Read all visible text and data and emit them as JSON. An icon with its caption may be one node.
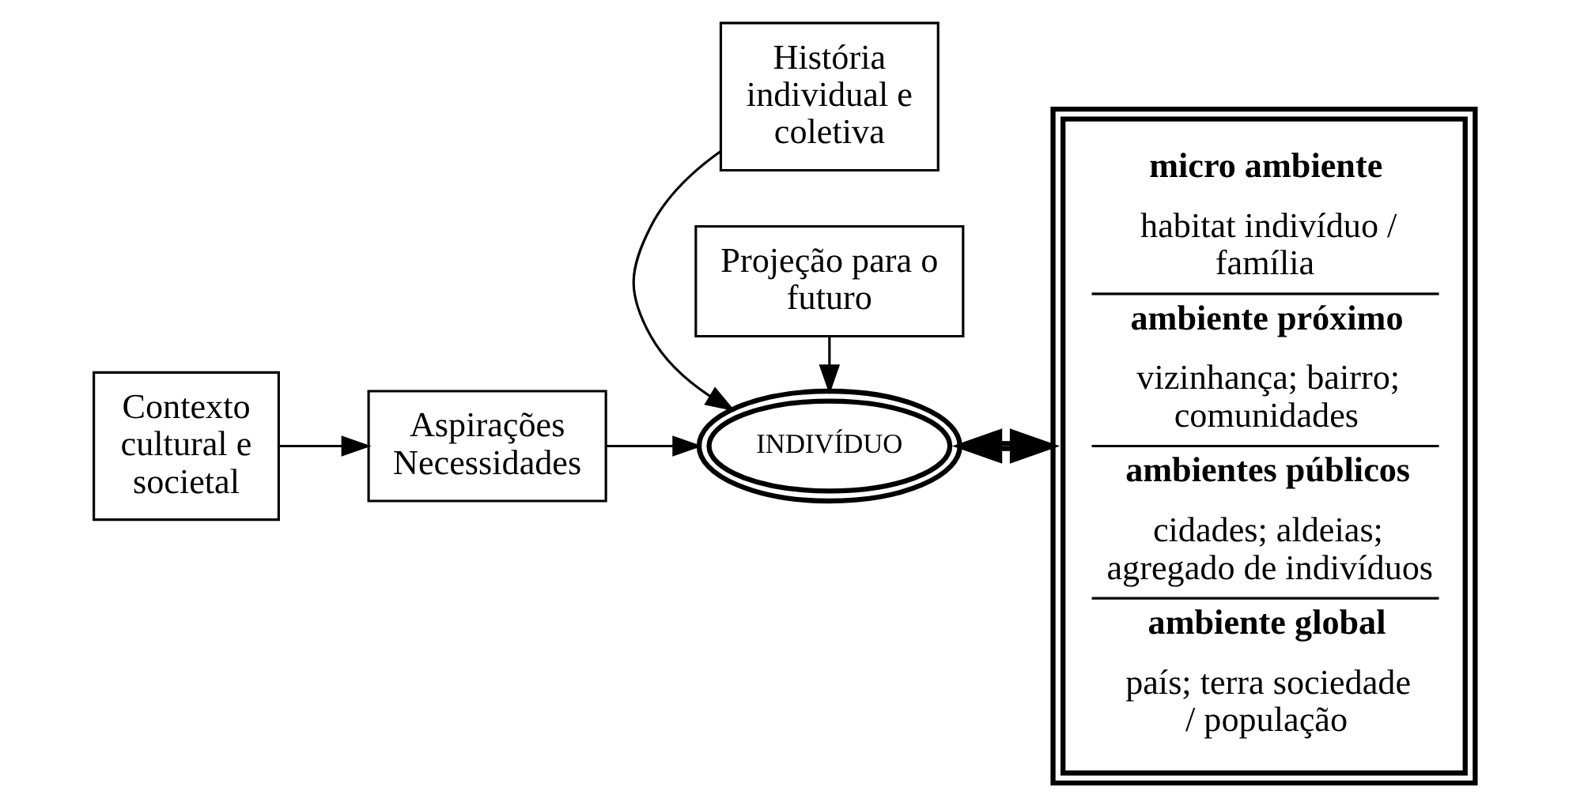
{
  "diagram": {
    "nodes": [
      {
        "text": [
          "Contexto cultural e societal"
        ]
      },
      {
        "text": [
          "Aspirações Necessidades"
        ]
      },
      {
        "text": [
          "História individual e coletiva"
        ]
      },
      {
        "text": [
          "INDIVÍDUO"
        ]
      },
      {
        "text": [
          "Projeção para o futuro"
        ]
      },
      {
        "text": [
          "micro ambiente",
          "habitat indivíduo / família",
          "ambiente próximo",
          "vizinhança; bairro; comunidades",
          "ambientes públicos",
          "cidades; aldeias; agregado de indivíduos",
          "ambiente global",
          "país; terra sociedade / população"
        ]
      }
    ],
    "edges": [
      {
        "from": 0,
        "to": 1,
        "arrow": "to"
      },
      {
        "from": 1,
        "to": 3,
        "arrow": "to"
      },
      {
        "from": 2,
        "to": 3,
        "arrow": "to"
      },
      {
        "from": 4,
        "to": 3,
        "arrow": "to"
      },
      {
        "from": 3,
        "to": 5,
        "arrow": "both",
        "style": "thick"
      }
    ]
  }
}
